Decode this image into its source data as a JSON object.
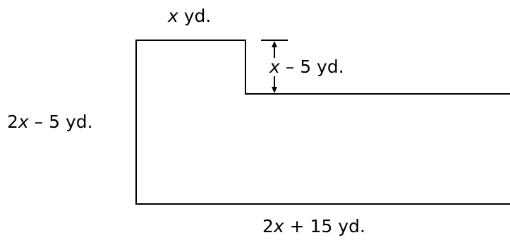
{
  "labels": {
    "top": {
      "variable": "x",
      "rest": " yd."
    },
    "notch": {
      "variable": "x",
      "rest": " – 5 yd."
    },
    "left": {
      "prefix": "2",
      "variable": "x",
      "rest": " – 5 yd."
    },
    "bottom": {
      "prefix": "2",
      "variable": "x",
      "rest": " + 15 yd."
    }
  },
  "colors": {
    "line": "#000000",
    "background": "#ffffff"
  }
}
